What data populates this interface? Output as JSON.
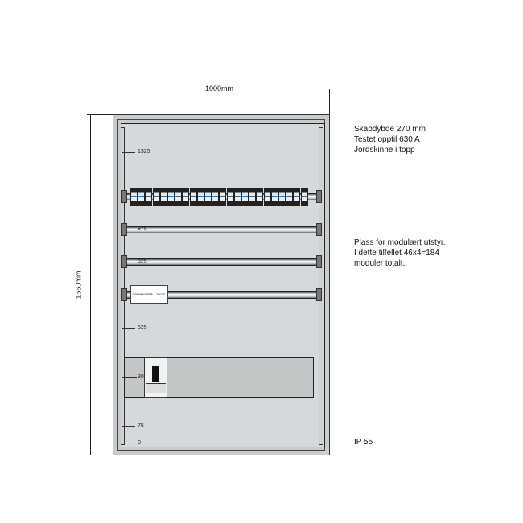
{
  "dimensions": {
    "width": "1000mm",
    "height": "1560mm"
  },
  "height_marks": [
    "1325",
    "975",
    "825",
    "525",
    "30",
    "75",
    "0"
  ],
  "module_labels": [
    "FORANKOBB",
    "OVSP"
  ],
  "notes": {
    "cabinet": [
      "Skapdybde 270 mm",
      "Testet opptil 630 A",
      "Jordskinne i topp"
    ],
    "modules": [
      "Plass for modulært utstyr.",
      "I dette tilfellet 46x4=184",
      "moduler totalt."
    ],
    "ip": "IP 55"
  },
  "breaker_count": 24,
  "colors": {
    "panel": "#d5d9db",
    "frame": "#c9ccca",
    "plate": "#c4c6c6"
  }
}
